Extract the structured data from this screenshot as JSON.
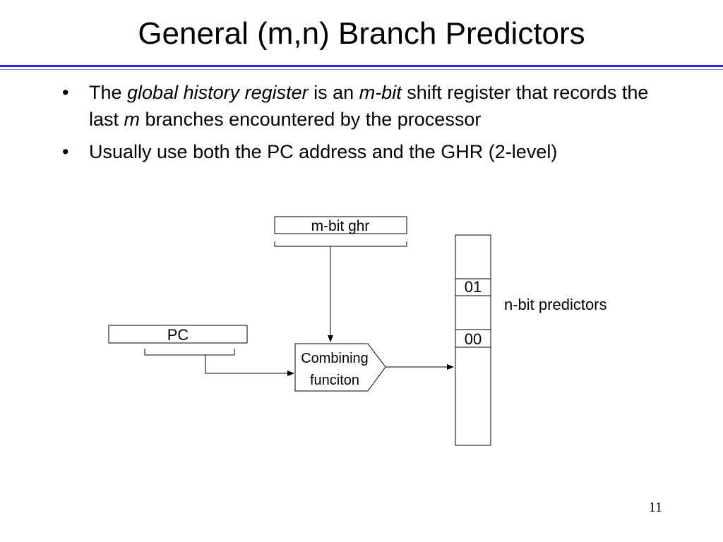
{
  "slide": {
    "title": "General (m,n) Branch Predictors",
    "page_number": "11"
  },
  "bullets": [
    {
      "parts": [
        {
          "text": "The ",
          "italic": false
        },
        {
          "text": "global history register",
          "italic": true
        },
        {
          "text": " is an ",
          "italic": false
        },
        {
          "text": "m-bit",
          "italic": true
        },
        {
          "text": " shift register that records the last ",
          "italic": false
        },
        {
          "text": "m",
          "italic": true
        },
        {
          "text": " branches encountered by the processor",
          "italic": false
        }
      ]
    },
    {
      "parts": [
        {
          "text": "Usually use both the PC address and the GHR (2-level)",
          "italic": false
        }
      ]
    }
  ],
  "diagram": {
    "ghr_label": "m-bit ghr",
    "pc_label": "PC",
    "combining_line1": "Combining",
    "combining_line2": "funciton",
    "entry_01": "01",
    "entry_00": "00",
    "predictors_label": "n-bit predictors"
  }
}
